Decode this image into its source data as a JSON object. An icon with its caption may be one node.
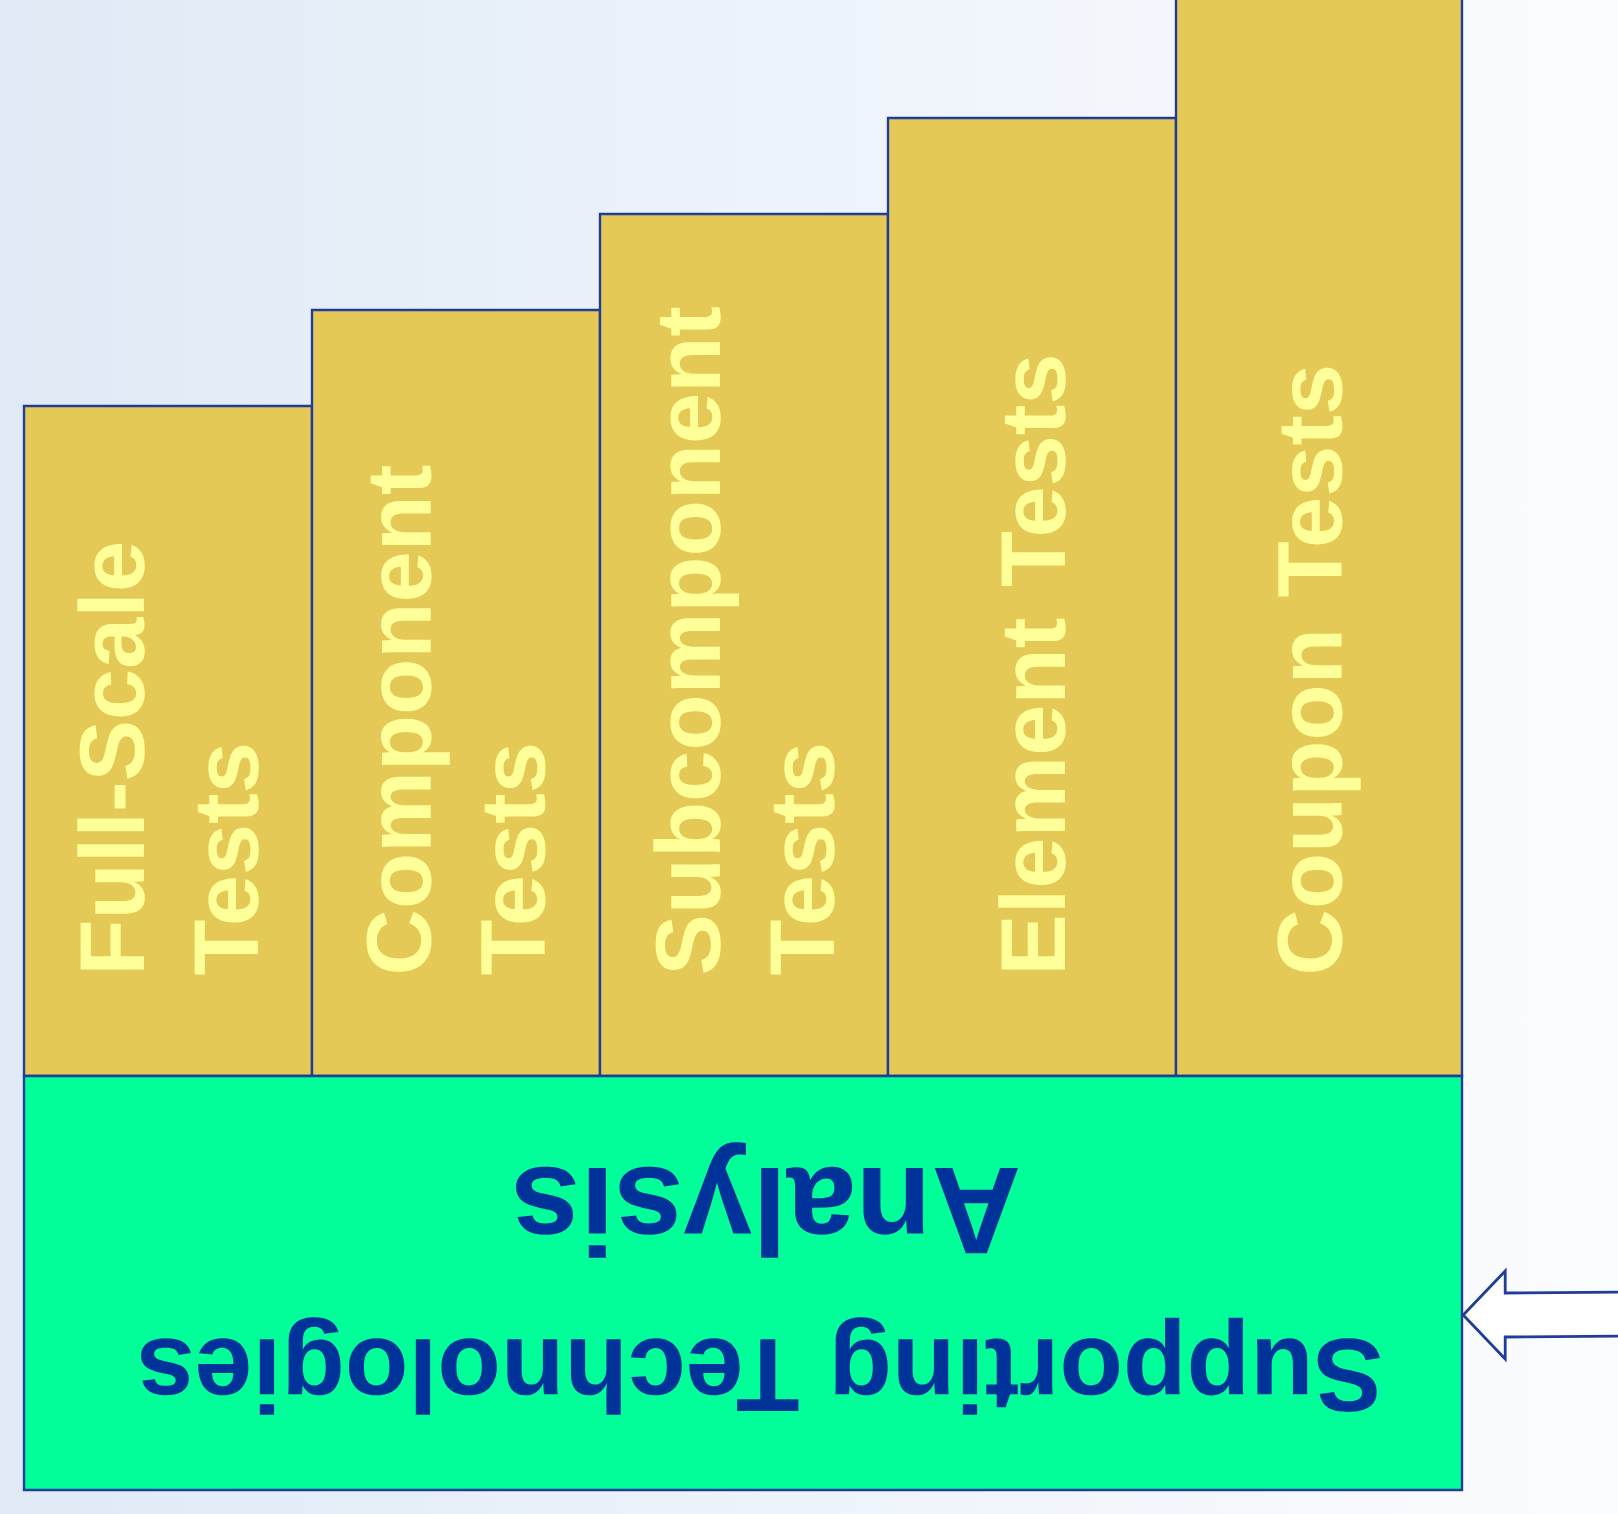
{
  "diagram": {
    "nodes": [
      {
        "text": [
          "Full-Scale Tests"
        ]
      },
      {
        "text": [
          "Component Tests"
        ]
      },
      {
        "text": [
          "Subcomponent Tests"
        ]
      },
      {
        "text": [
          "Element Tests"
        ]
      },
      {
        "text": [
          "Coupon Tests"
        ]
      },
      {
        "text": [
          "Supporting Technologies",
          "Analysis"
        ]
      }
    ],
    "edges": [
      {
        "from": null,
        "to": 5,
        "arrow": "to"
      }
    ]
  }
}
